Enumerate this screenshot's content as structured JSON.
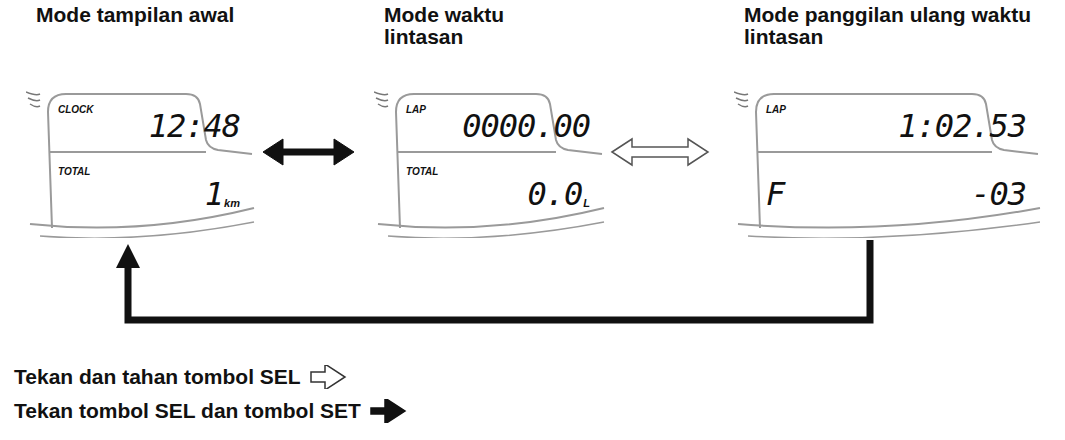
{
  "diagram": {
    "nodes": [
      {
        "text": [
          "Mode tampilan awal",
          "CLOCK",
          "12:48",
          "TOTAL",
          "1",
          "km"
        ]
      },
      {
        "text": [
          "Mode waktu lintasan",
          "LAP",
          "0000.00",
          "TOTAL",
          "0.0",
          "L"
        ]
      },
      {
        "text": [
          "Mode panggilan ulang waktu lintasan",
          "LAP",
          "1:02.53",
          "F",
          "-03"
        ]
      }
    ],
    "edges": [
      {
        "from": 0,
        "to": 1,
        "arrow": "both"
      },
      {
        "from": 1,
        "to": 2,
        "arrow": "both"
      },
      {
        "from": 2,
        "to": 0,
        "arrow": "to"
      }
    ],
    "legend": [
      {
        "text": "Tekan dan tahan tombol SEL"
      },
      {
        "text": "Tekan tombol SEL dan tombol SET"
      }
    ]
  }
}
